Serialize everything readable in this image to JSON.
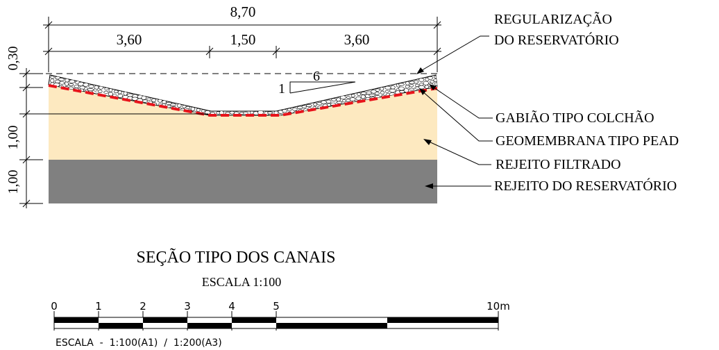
{
  "dimensions": {
    "total_width": "8,70",
    "left_segment": "3,60",
    "middle_segment": "1,50",
    "right_segment": "3,60",
    "top_layer_height": "0,30",
    "filtered_layer_height": "1,00",
    "reservoir_layer_height": "1,00"
  },
  "slope": {
    "rise": "1",
    "run": "6"
  },
  "labels": {
    "regularizacao_line1": "REGULARIZAÇÃO",
    "regularizacao_line2": "DO RESERVATÓRIO",
    "gabiao": "GABIÃO TIPO COLCHÃO",
    "geomembrana": "GEOMEMBRANA TIPO PEAD",
    "rejeito_filtrado": "REJEITO FILTRADO",
    "rejeito_reservatorio": "REJEITO DO RESERVATÓRIO"
  },
  "title": "SEÇÃO TIPO DOS CANAIS",
  "subtitle": "ESCALA 1:100",
  "scale_bar": {
    "ticks": [
      "0",
      "1",
      "2",
      "3",
      "4",
      "5",
      "10m"
    ],
    "caption": "ESCALA  -  1:100(A1)  /  1:200(A3)"
  },
  "colors": {
    "filtered_tailings": "#fde9c0",
    "reservoir_tailings": "#808080",
    "geomembrane": "#e8141b",
    "gabion_stroke": "#000000"
  }
}
